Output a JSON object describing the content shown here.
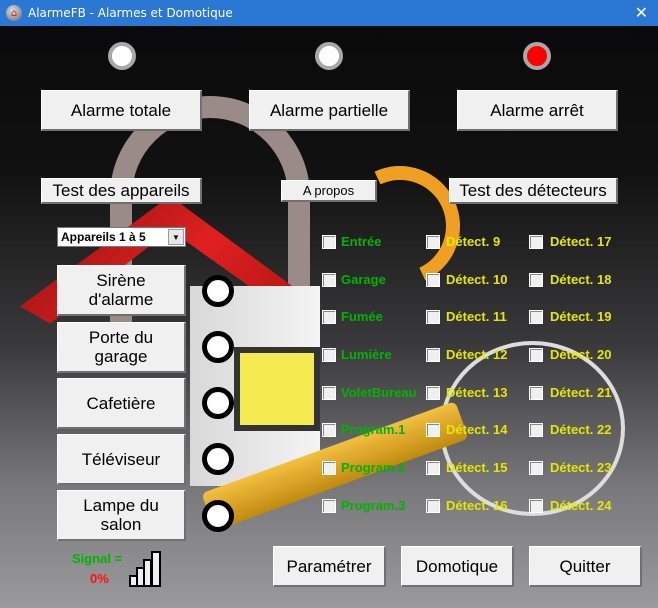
{
  "window": {
    "title": "AlarmeFB - Alarmes et Domotique",
    "close": "✕"
  },
  "indicators": [
    {
      "name": "totale",
      "color": "#ffffff"
    },
    {
      "name": "partielle",
      "color": "#ffffff"
    },
    {
      "name": "arret",
      "color": "#ff0000"
    }
  ],
  "alarm_buttons": [
    "Alarme totale",
    "Alarme partielle",
    "Alarme arrêt"
  ],
  "test_appareils": "Test des appareils",
  "a_propos": "A propos",
  "test_detecteurs": "Test des détecteurs",
  "device_select": {
    "value": "Appareils 1 à 5"
  },
  "devices": [
    "Sirène d'alarme",
    "Porte du garage",
    "Cafetière",
    "Téléviseur",
    "Lampe du salon"
  ],
  "detectors_col1": [
    "Entrée",
    "Garage",
    "Fumée",
    "Lumière",
    "VoletBureau",
    "Program.1",
    "Program.2",
    "Program.3"
  ],
  "detectors_col2": [
    "Détect. 9",
    "Détect. 10",
    "Détect. 11",
    "Détect. 12",
    "Détect. 13",
    "Détect. 14",
    "Détect. 15",
    "Détect. 16"
  ],
  "detectors_col3": [
    "Détect. 17",
    "Détect. 18",
    "Détect. 19",
    "Détect. 20",
    "Détect. 21",
    "Détect. 22",
    "Détect. 23",
    "Détect. 24"
  ],
  "signal": {
    "label": "Signal =",
    "value": "0%"
  },
  "bottom_buttons": [
    "Paramétrer",
    "Domotique",
    "Quitter"
  ]
}
